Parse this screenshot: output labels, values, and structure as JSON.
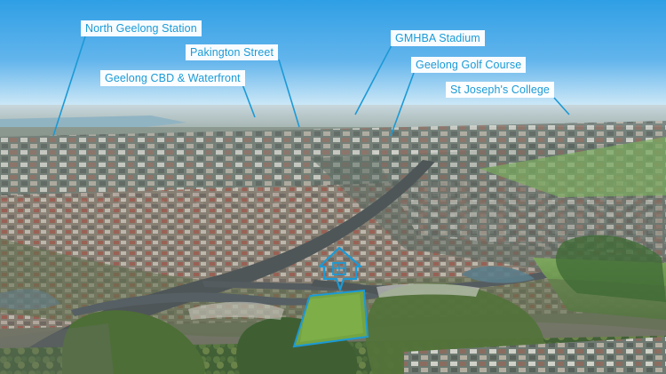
{
  "annotation_color": "#1b9ad6",
  "landmarks": [
    {
      "name": "North Geelong Station"
    },
    {
      "name": "Pakington Street"
    },
    {
      "name": "GMHBA Stadium"
    },
    {
      "name": "Geelong Golf Course"
    },
    {
      "name": "Geelong CBD & Waterfront"
    },
    {
      "name": "St Joseph's College"
    }
  ],
  "property_marker": {
    "icon": "house-pin-icon",
    "outline": "property-boundary"
  }
}
